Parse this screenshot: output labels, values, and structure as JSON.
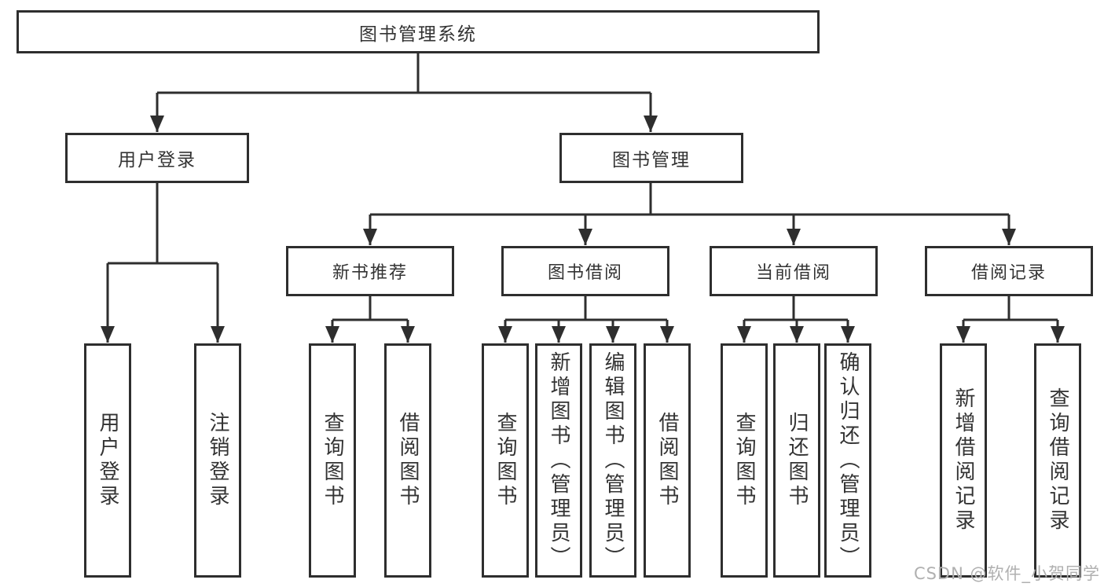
{
  "colors": {
    "line": "#2e2e2e",
    "text": "#333333",
    "background": "#ffffff",
    "watermark": "#b0b0b0"
  },
  "watermark": {
    "text": "CSDN @软件_小贺同学"
  },
  "diagram": {
    "type": "hierarchy-tree",
    "root": {
      "label": "图书管理系统"
    },
    "level2": [
      {
        "label": "用户登录",
        "children": [
          "用户登录",
          "注销登录"
        ]
      },
      {
        "label": "图书管理",
        "children": [
          {
            "label": "新书推荐",
            "children": [
              "查询图书",
              "借阅图书"
            ]
          },
          {
            "label": "图书借阅",
            "children": [
              "查询图书",
              "新增图书（管理员）",
              "编辑图书（管理员）",
              "借阅图书"
            ]
          },
          {
            "label": "当前借阅",
            "children": [
              "查询图书",
              "归还图书",
              "确认归还（管理员）"
            ]
          },
          {
            "label": "借阅记录",
            "children": [
              "新增借阅记录",
              "查询借阅记录"
            ]
          }
        ]
      }
    ]
  }
}
